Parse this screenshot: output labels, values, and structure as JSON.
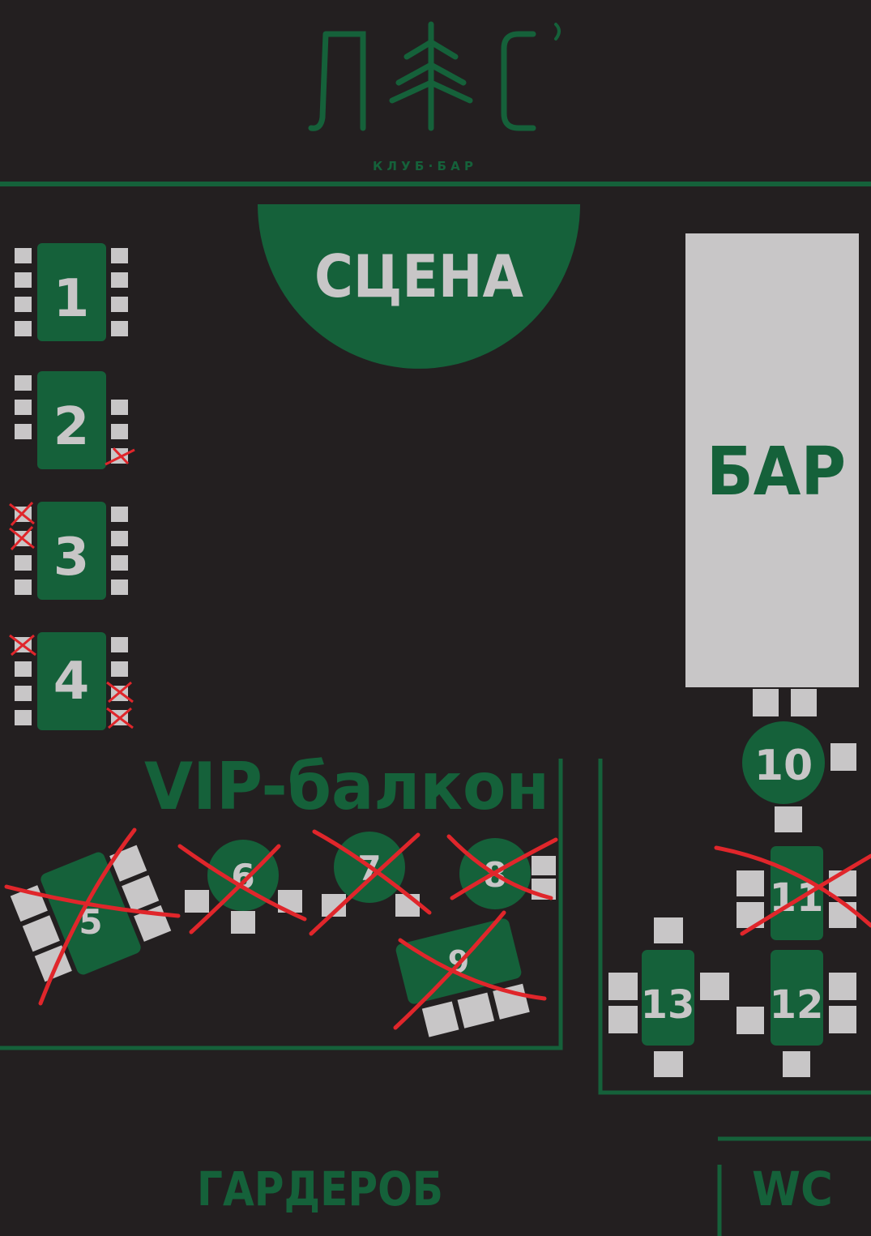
{
  "venue": {
    "logo_text": "ЛЕС",
    "subtitle": "К Л У Б · Б А Р"
  },
  "colors": {
    "background": "#231f20",
    "brand_green": "#15613a",
    "seat_gray": "#c8c6c7",
    "cross_red": "#e0262b"
  },
  "zones": {
    "stage": "СЦЕНА",
    "bar": "БАР",
    "vip": "VIP-балкон",
    "wardrobe": "ГАРДЕРОБ",
    "wc": "WC"
  },
  "tables": [
    {
      "id": "1",
      "label": "1",
      "booked": false
    },
    {
      "id": "2",
      "label": "2",
      "booked": false
    },
    {
      "id": "3",
      "label": "3",
      "booked": false
    },
    {
      "id": "4",
      "label": "4",
      "booked": false
    },
    {
      "id": "5",
      "label": "5",
      "booked": true
    },
    {
      "id": "6",
      "label": "6",
      "booked": true
    },
    {
      "id": "7",
      "label": "7",
      "booked": true
    },
    {
      "id": "8",
      "label": "8",
      "booked": true
    },
    {
      "id": "9",
      "label": "9",
      "booked": true
    },
    {
      "id": "10",
      "label": "10",
      "booked": false
    },
    {
      "id": "11",
      "label": "11",
      "booked": true
    },
    {
      "id": "12",
      "label": "12",
      "booked": false
    },
    {
      "id": "13",
      "label": "13",
      "booked": false
    }
  ],
  "booked_seats": {
    "table_2": 1,
    "table_3": 2,
    "table_4": 3
  }
}
